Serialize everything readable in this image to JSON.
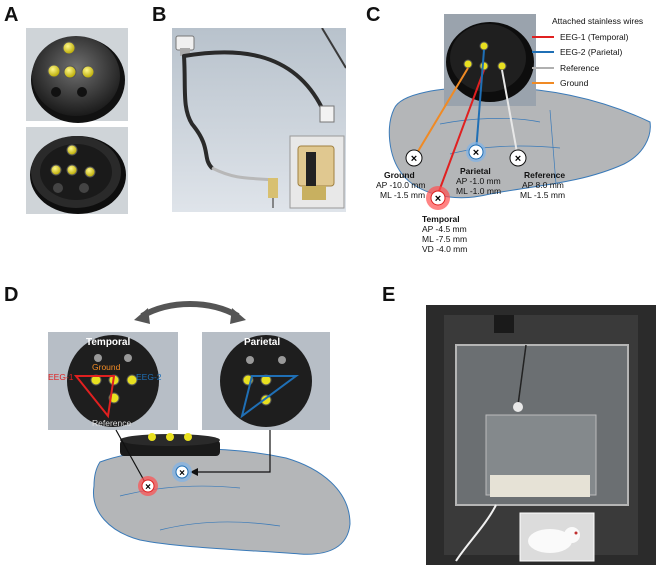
{
  "panels": {
    "A": {
      "label": "A"
    },
    "B": {
      "label": "B"
    },
    "C": {
      "label": "C",
      "legend": {
        "title": "Attached stainless wires",
        "items": [
          {
            "label": "EEG-1 (Temporal)",
            "color": "#e02020"
          },
          {
            "label": "EEG-2 (Parietal)",
            "color": "#1f6fb5"
          },
          {
            "label": "Reference",
            "color": "#b0b0b0"
          },
          {
            "label": "Ground",
            "color": "#f08a24"
          }
        ]
      },
      "sites": {
        "ground": {
          "title": "Ground",
          "line1": "AP -10.0 mm",
          "line2": "ML -1.5 mm"
        },
        "parietal": {
          "title": "Parietal",
          "line1": "AP -1.0 mm",
          "line2": "ML -1.0 mm"
        },
        "reference": {
          "title": "Reference",
          "line1": "AP 8.0 mm",
          "line2": "ML -1.5 mm"
        },
        "temporal": {
          "title": "Temporal",
          "line1": "AP -4.5 mm",
          "line2": "ML -7.5 mm",
          "line3": "VD -4.0 mm"
        }
      }
    },
    "D": {
      "label": "D",
      "temporal_title": "Temporal",
      "parietal_title": "Parietal",
      "eeg1": "EEG-1",
      "eeg2": "EEG-2",
      "ground": "Ground",
      "reference": "Reference"
    },
    "E": {
      "label": "E"
    }
  },
  "colors": {
    "red": "#e02020",
    "blue": "#1f6fb5",
    "orange": "#f08a24",
    "grey": "#b0b0b0",
    "brain": "#b4b6b8",
    "pin": "#e8e020"
  }
}
